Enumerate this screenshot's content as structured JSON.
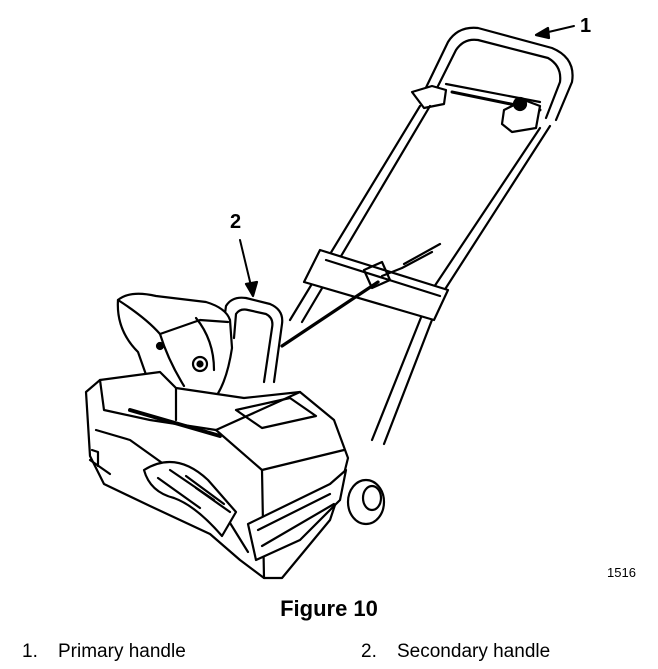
{
  "figure": {
    "caption": "Figure 10",
    "code": "1516"
  },
  "callouts": [
    {
      "number": "1"
    },
    {
      "number": "2"
    }
  ],
  "legend": [
    {
      "number": "1.",
      "label": "Primary handle"
    },
    {
      "number": "2.",
      "label": "Secondary handle"
    }
  ]
}
